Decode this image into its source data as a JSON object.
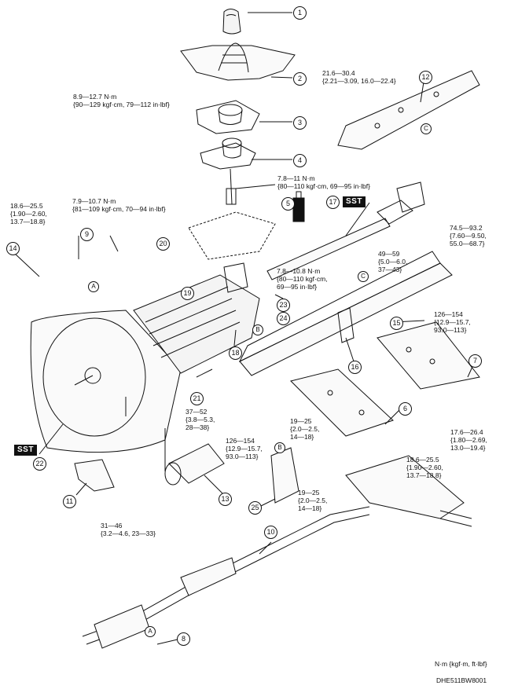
{
  "callouts": [
    "1",
    "2",
    "3",
    "4",
    "5",
    "6",
    "7",
    "8",
    "9",
    "10",
    "11",
    "12",
    "13",
    "14",
    "15",
    "16",
    "17",
    "18",
    "19",
    "20",
    "21",
    "22",
    "23",
    "24",
    "25"
  ],
  "sst_label": "SST",
  "ref_letters": {
    "a": "A",
    "b": "B",
    "c": "C"
  },
  "torque": {
    "t1": "8.9—12.7 N·m\n{90—129 kgf·cm, 79—112 in·lbf}",
    "t2": "21.6—30.4\n{2.21—3.09, 16.0—22.4}",
    "t3": "7.8—11 N·m\n{80—110 kgf·cm, 69—95 in·lbf}",
    "t4": "18.6—25.5\n{1.90—2.60,\n13.7—18.8}",
    "t5": "7.9—10.7 N·m\n{81—109 kgf·cm, 70—94 in·lbf}",
    "t6": "74.5—93.2\n{7.60—9.50,\n55.0—68.7}",
    "t7": "49—59\n{5.0—6.0,\n37—43}",
    "t8": "7.8—10.8 N·m\n{80—110 kgf·cm,\n69—95 in·lbf}",
    "t9": "126—154\n{12.9—15.7,\n93.0—113}",
    "t10": "37—52\n{3.8—5.3,\n28—38}",
    "t11": "126—154\n{12.9—15.7,\n93.0—113}",
    "t12": "19—25\n{2.0—2.5,\n14—18}",
    "t13": "18.6—25.5\n{1.90—2.60,\n13.7—18.8}",
    "t14": "17.6—26.4\n{1.80—2.69,\n13.0—19.4}",
    "t15": "19—25\n{2.0—2.5,\n14—18}",
    "t16": "31—46\n{3.2—4.6, 23—33}"
  },
  "units_note": "N·m {kgf·m,  ft·lbf}",
  "figure_code": "DHE511BW8001"
}
